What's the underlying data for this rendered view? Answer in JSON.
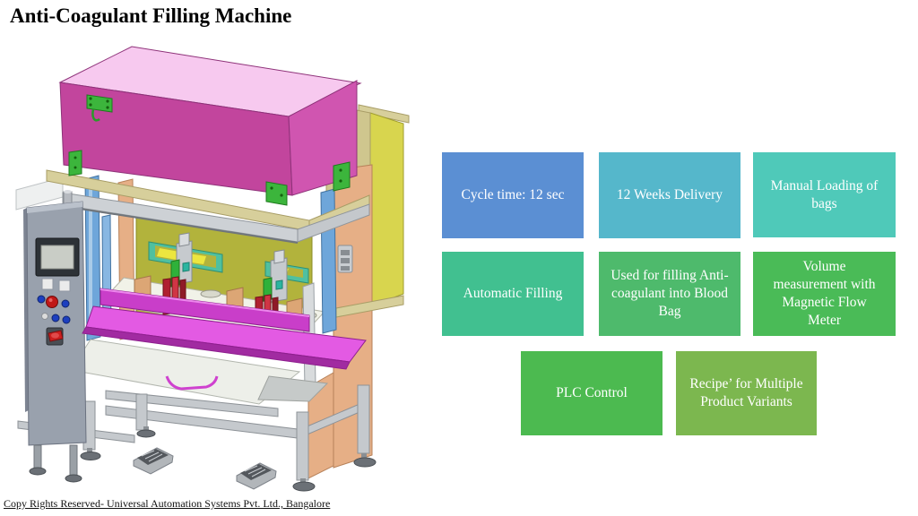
{
  "title": "Anti-Coagulant Filling Machine",
  "machine": {
    "caption": "3D CAD model of the anti-coagulant filling machine with magenta hood, grey HMI control cabinet, magenta loading tray and foot pedals",
    "colors": {
      "hood": "#c2459d",
      "tray": "#e35ae3",
      "cabinet": "#99a1ad",
      "side_panel": "#d8d54e",
      "bracket_green": "#3cb53c"
    }
  },
  "features": [
    {
      "label": "Cycle time: 12 sec",
      "color": "#5b8fd3"
    },
    {
      "label": "12 Weeks Delivery",
      "color": "#55b7cb"
    },
    {
      "label": "Manual Loading of bags",
      "color": "#4fc9b9"
    },
    {
      "label": "Automatic Filling",
      "color": "#41c090"
    },
    {
      "label": "Used for filling Anti-coagulant into Blood Bag",
      "color": "#4eba6c"
    },
    {
      "label": "Volume measurement with Magnetic Flow Meter",
      "color": "#4abb57"
    },
    {
      "label": "PLC Control",
      "color": "#4cba50"
    },
    {
      "label": "Recipe’ for Multiple Product Variants",
      "color": "#7cb74f"
    }
  ],
  "footer": {
    "copyright": "Copy Rights Reserved- Universal Automation Systems Pvt. Ltd., Bangalore"
  }
}
